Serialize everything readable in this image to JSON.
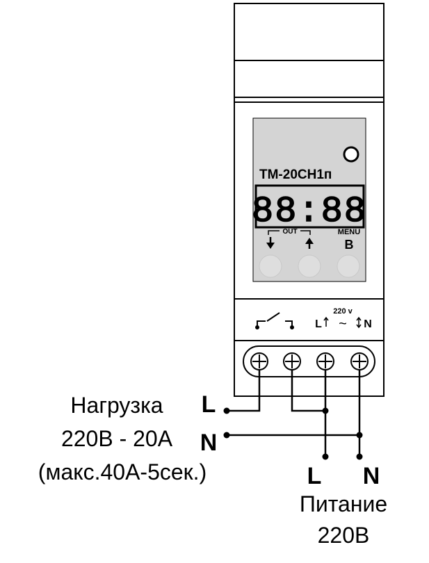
{
  "device": {
    "model": "ТМ-20СН1п",
    "display_digits": "88:88",
    "btn_labels": {
      "out": "OUT",
      "menu": "MENU",
      "b": "В"
    },
    "icon_names": {
      "down": "arrow-down-icon",
      "up": "arrow-up-icon",
      "relay": "relay-contact-icon",
      "power": "ac-power-icon",
      "indicator": "led-indicator-icon"
    }
  },
  "power_symbol": {
    "voltage": "220 v",
    "l_label": "L",
    "tilde": "~",
    "n_label": "N"
  },
  "load": {
    "l_terminal": "L",
    "n_terminal": "N",
    "line1": "Нагрузка",
    "line2": "220В - 20А",
    "line3": "(макс.40А-5сек.)"
  },
  "supply": {
    "l_terminal": "L",
    "n_terminal": "N",
    "line1": "Питание",
    "line2": "220В"
  },
  "colors": {
    "ink": "#000000",
    "panel": "#d4d4d4",
    "button": "#dedede",
    "background": "#ffffff"
  }
}
